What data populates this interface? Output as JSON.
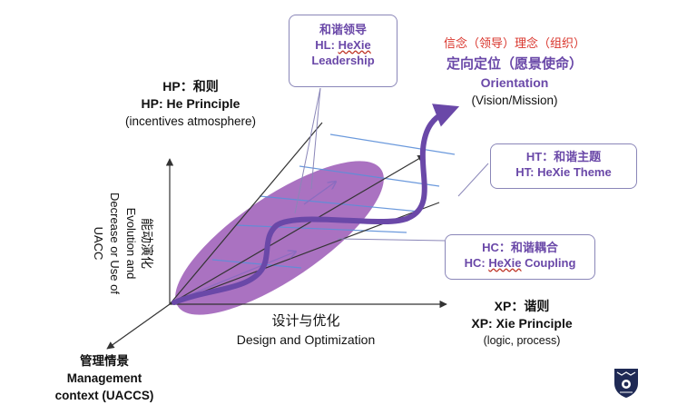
{
  "hp": {
    "zh": "HP：和则",
    "en": "HP: He Principle",
    "sub": "(incentives atmosphere)"
  },
  "hl": {
    "zh": "和谐领导",
    "en_prefix": "HL: ",
    "en_word": "HeXie",
    "en_suffix": "Leadership"
  },
  "orientation": {
    "red": "信念（领导）理念（组织）",
    "zh": "定向定位（愿景使命）",
    "en": "Orientation",
    "sub": "(Vision/Mission)"
  },
  "ht": {
    "zh": "HT：和谐主题",
    "en": "HT: HeXie Theme"
  },
  "hc": {
    "zh": "HC：和谐耦合",
    "en_prefix": "HC: ",
    "en_word": "HeXie",
    "en_suffix": " Coupling"
  },
  "xp": {
    "zh": "XP：谐则",
    "en": "XP: Xie Principle",
    "sub": "(logic, process)"
  },
  "design": {
    "zh": "设计与优化",
    "en": "Design and Optimization"
  },
  "management": {
    "zh": "管理情景",
    "en1": "Management",
    "en2": "context (UACCS)"
  },
  "vertical": {
    "zh": "能动演化",
    "en1": "Evolution and",
    "en2": "Decrease or Use of",
    "en3": "UACC"
  },
  "colors": {
    "accent_purple": "#6a48a8",
    "ellipse": "#9b59b6",
    "grid_blue": "#5b8fd9",
    "red_text": "#d9342b"
  },
  "icons": [
    "crest-icon"
  ]
}
